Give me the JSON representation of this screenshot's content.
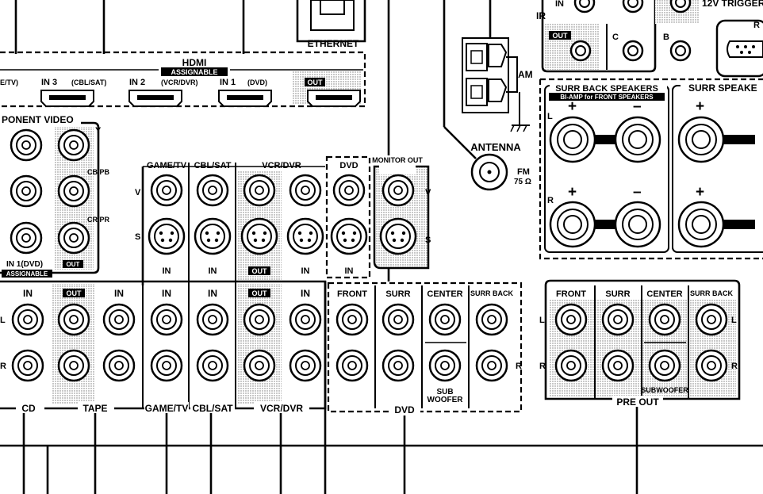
{
  "ethernet": {
    "label": "ETHERNET"
  },
  "hdmi": {
    "title": "HDMI",
    "badge": "ASSIGNABLE",
    "ports": [
      {
        "name": "E/TV)",
        "sub": ""
      },
      {
        "name": "IN 3",
        "sub": "(CBL/SAT)"
      },
      {
        "name": "IN 2",
        "sub": "(VCR/DVR)"
      },
      {
        "name": "IN 1",
        "sub": "(DVD)"
      },
      {
        "name": "OUT",
        "sub": ""
      }
    ]
  },
  "ir": {
    "label": "IR",
    "in": "IN",
    "out": "OUT"
  },
  "trigger": {
    "label": "12V TRIGGER"
  },
  "rs": {
    "label": "R"
  },
  "misc_labels": {
    "c": "C",
    "b": "B"
  },
  "antenna": {
    "am": "AM",
    "title": "ANTENNA",
    "fm": "FM",
    "fm_ohm": "75 Ω"
  },
  "component": {
    "title": "PONENT VIDEO",
    "y": "Y",
    "cb": "CB/PB",
    "cr": "CR/PR",
    "in1": "IN 1(DVD)",
    "assignable": "ASSIGNABLE",
    "out": "OUT"
  },
  "video": {
    "columns": [
      "GAME/TV",
      "CBL/SAT",
      "VCR/DVR",
      "DVD"
    ],
    "v": "V",
    "s": "S",
    "labels": [
      "IN",
      "IN",
      "OUT",
      "IN",
      "IN"
    ],
    "monitor": "MONITOR OUT"
  },
  "surr_back": {
    "title": "SURR BACK SPEAKERS",
    "subtitle": "BI-AMP for FRONT SPEAKERS",
    "l": "L",
    "r": "R",
    "plus": "+",
    "minus": "–"
  },
  "surr_right": {
    "title": "SURR SPEAKE",
    "plus": "+"
  },
  "audio": {
    "row_labels": [
      "IN",
      "OUT",
      "IN",
      "IN",
      "IN",
      "OUT",
      "IN"
    ],
    "l": "L",
    "r": "R",
    "groups": [
      "CD",
      "TAPE",
      "GAME/TV",
      "CBL/SAT",
      "VCR/DVR"
    ]
  },
  "dvd_multi": {
    "title": "DVD",
    "columns": [
      "FRONT",
      "SURR",
      "CENTER",
      "SURR BACK"
    ],
    "sub": "SUB WOOFER",
    "sub1": "SUB",
    "sub2": "WOOFER",
    "r": "R"
  },
  "pre_out": {
    "title": "PRE OUT",
    "columns": [
      "FRONT",
      "SURR",
      "CENTER",
      "SURR BACK"
    ],
    "subwoofer": "SUBWOOFER",
    "l": "L",
    "r": "R"
  }
}
